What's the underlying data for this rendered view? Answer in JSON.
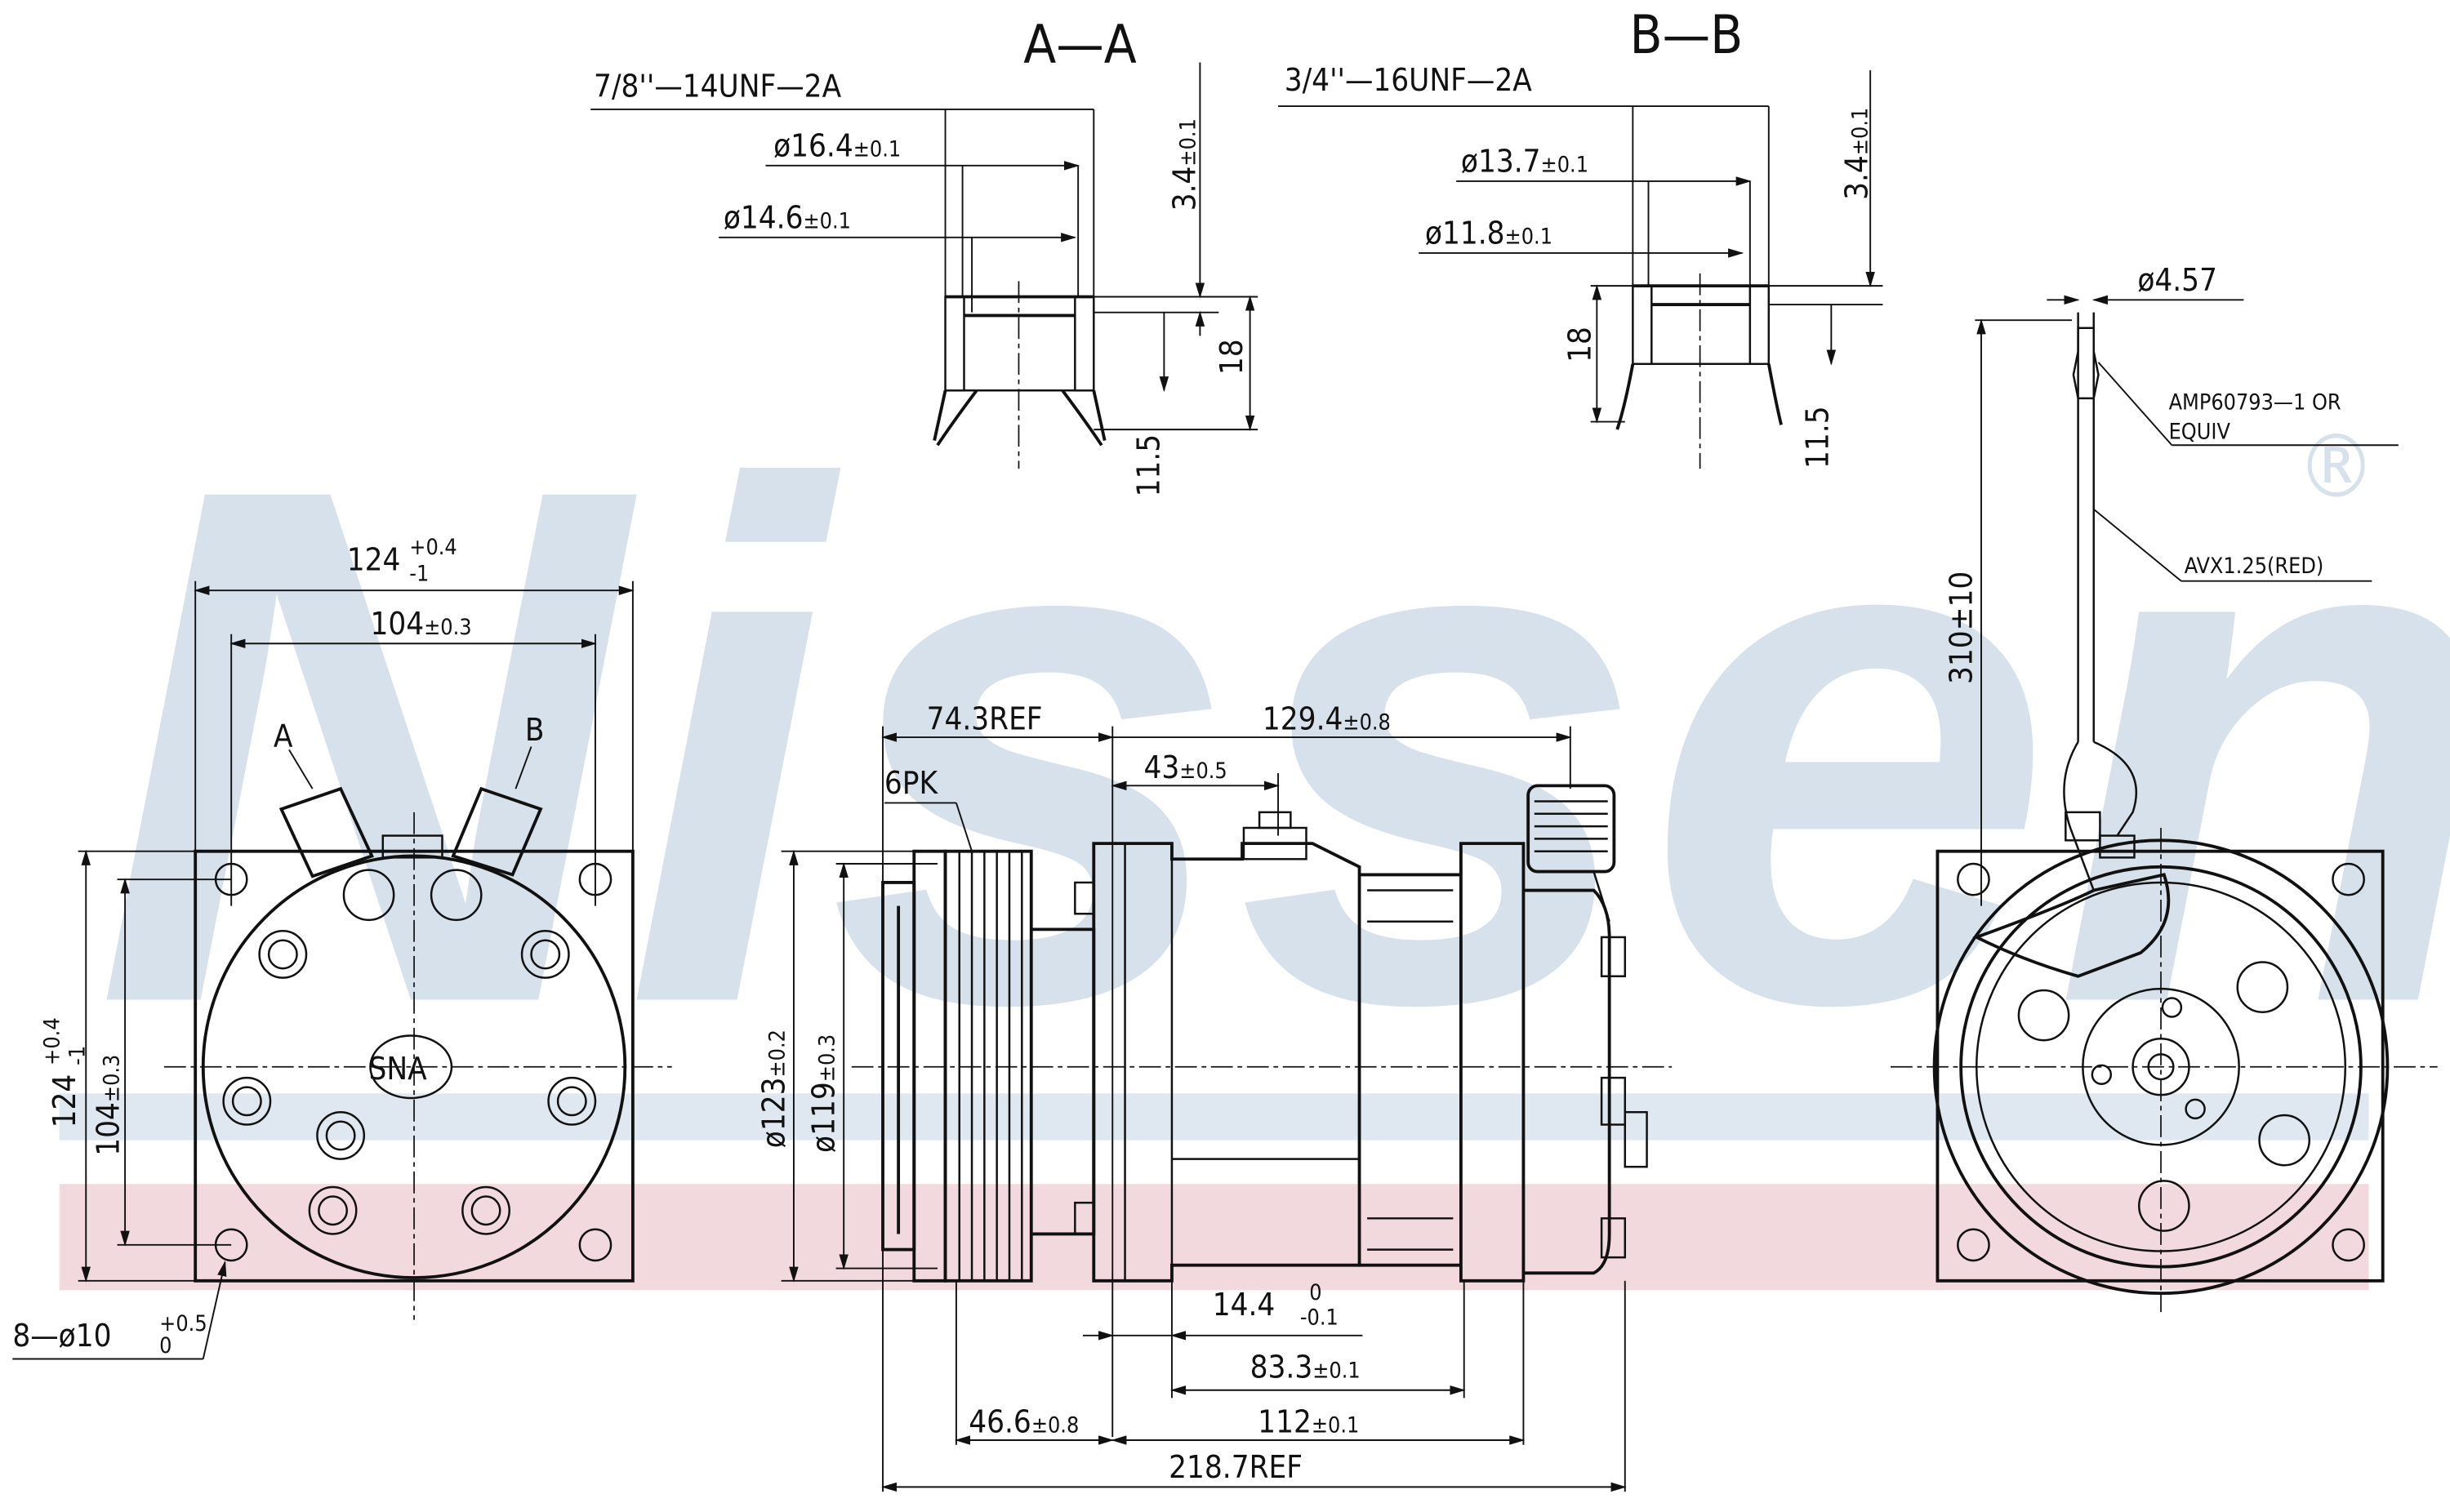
{
  "watermark": {
    "brand": "Nissens",
    "registered": "®",
    "band_color": "#f2d9dd",
    "brand_color": "#d6e1ec"
  },
  "section_a": {
    "title": "A—A",
    "thread": "7/8''—14UNF—2A",
    "d_outer": "ø16.4",
    "d_outer_tol": "±0.1",
    "d_inner": "ø14.6",
    "d_inner_tol": "±0.1",
    "depth": "3.4",
    "depth_tol": "±0.1",
    "length": "18",
    "bore": "11.5"
  },
  "section_b": {
    "title": "B—B",
    "thread": "3/4''—16UNF—2A",
    "d_outer": "ø13.7",
    "d_outer_tol": "±0.1",
    "d_inner": "ø11.8",
    "d_inner_tol": "±0.1",
    "depth": "3.4",
    "depth_tol": "±0.1",
    "length": "18",
    "bore": "11.5"
  },
  "front_view": {
    "width_outer": "124",
    "width_outer_tol_up": "+0.4",
    "width_outer_tol_dn": "-1",
    "width_holes": "104",
    "width_holes_tol": "±0.3",
    "port_a": "A",
    "port_b": "B",
    "marking": "SNA",
    "height_outer": "124",
    "height_outer_tol_up": "+0.4",
    "height_outer_tol_dn": "-1",
    "height_holes": "104",
    "height_holes_tol": "±0.3",
    "holes": "8—ø10",
    "holes_tol_up": "+0.5",
    "holes_tol_dn": "0"
  },
  "side_view": {
    "clutch_ref": "74.3REF",
    "body_len": "129.4",
    "body_len_tol": "±0.8",
    "port_offset": "43",
    "port_offset_tol": "±0.5",
    "belt": "6PK",
    "pulley_d": "ø123",
    "pulley_d_tol": "±0.2",
    "belt_d": "ø119",
    "belt_d_tol": "±0.3",
    "mount_offset": "14.4",
    "mount_offset_tol_up": "0",
    "mount_offset_tol_dn": "-0.1",
    "mount_span": "83.3",
    "mount_span_tol": "±0.1",
    "pulley_offset": "46.6",
    "pulley_offset_tol": "±0.8",
    "mount_len": "112",
    "mount_len_tol": "±0.1",
    "overall": "218.7REF"
  },
  "rear_view": {
    "wire_d": "ø4.57",
    "connector_1": "AMP60793—1 OR",
    "connector_2": "EQUIV",
    "wire": "AVX1.25(RED)",
    "wire_len": "310±10"
  }
}
